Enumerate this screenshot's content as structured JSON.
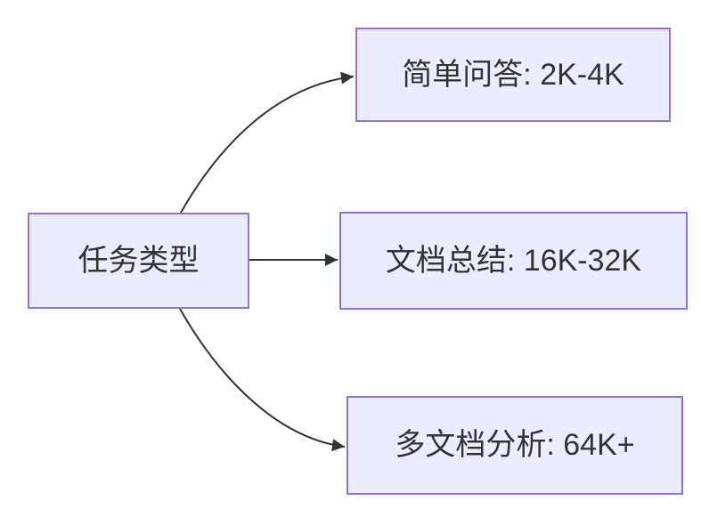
{
  "diagram": {
    "type": "flowchart",
    "direction": "left-to-right",
    "colors": {
      "background": "#FFFFFF",
      "node_fill": "#ECECFF",
      "node_border": "#9370DB",
      "edge": "#333333",
      "text": "#333333"
    },
    "root": {
      "label": "任务类型"
    },
    "children": [
      {
        "label": "简单问答: 2K-4K"
      },
      {
        "label": "文档总结: 16K-32K"
      },
      {
        "label": "多文档分析: 64K+"
      }
    ],
    "edges": [
      {
        "from": "任务类型",
        "to": "简单问答: 2K-4K"
      },
      {
        "from": "任务类型",
        "to": "文档总结: 16K-32K"
      },
      {
        "from": "任务类型",
        "to": "多文档分析: 64K+"
      }
    ]
  }
}
